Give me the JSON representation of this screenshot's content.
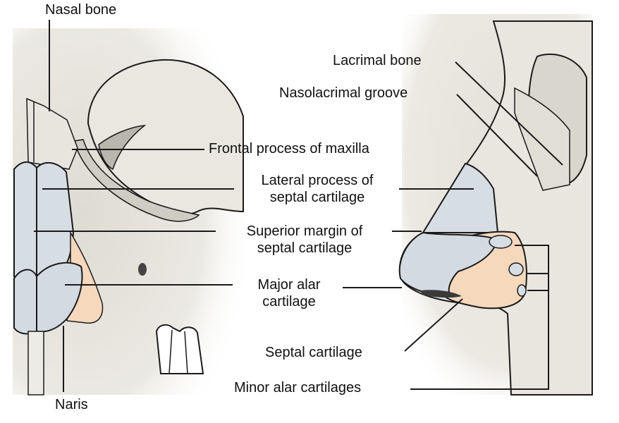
{
  "labels": {
    "nasal_bone": "Nasal bone",
    "naris": "Naris",
    "lacrimal_bone": "Lacrimal bone",
    "nasolacrimal_groove": "Nasolacrimal groove",
    "frontal_process": "Frontal process of maxilla",
    "lateral_process": [
      "Lateral process of",
      "septal cartilage"
    ],
    "superior_margin": [
      "Superior margin of",
      "septal cartilage"
    ],
    "major_alar": [
      "Major alar",
      "cartilage"
    ],
    "septal_cartilage": "Septal cartilage",
    "minor_alar": "Minor alar cartilages"
  },
  "colors": {
    "bone": "#e6e4dc",
    "cartilage_blue": "#d6dde3",
    "cartilage_peach": "#f6d8bd",
    "outline": "#1a1a1a"
  }
}
